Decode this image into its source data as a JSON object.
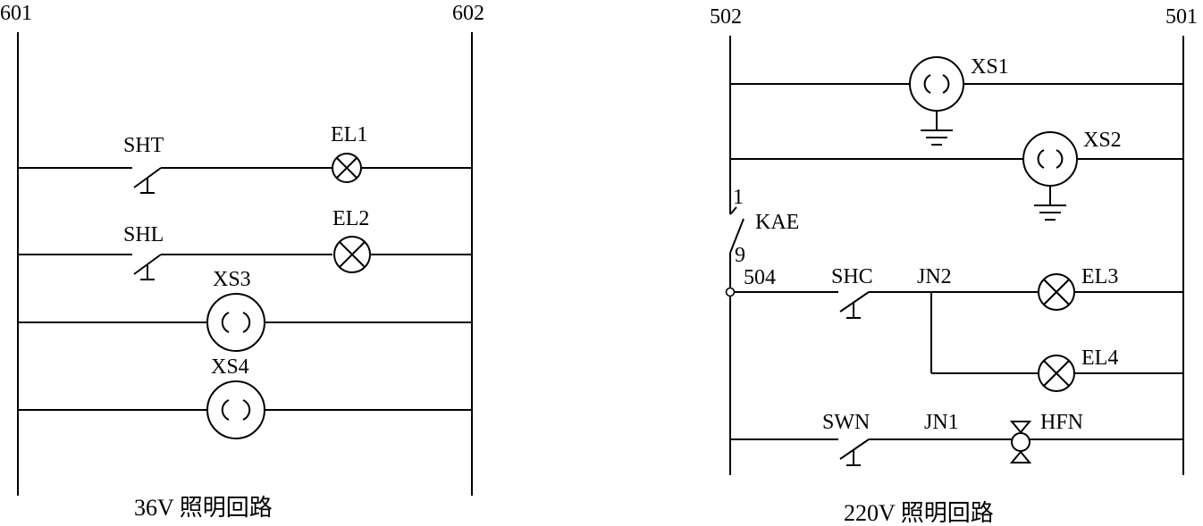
{
  "left_circuit": {
    "rail_left_label": "601",
    "rail_right_label": "602",
    "caption": "36V 照明回路",
    "rungs": [
      {
        "switch": "SHT",
        "lamp": "EL1"
      },
      {
        "switch": "SHL",
        "lamp": "EL2"
      },
      {
        "socket": "XS3"
      },
      {
        "socket": "XS4"
      }
    ]
  },
  "right_circuit": {
    "rail_left_label": "502",
    "rail_right_label": "501",
    "caption": "220V 照明回路",
    "sockets": [
      "XS1",
      "XS2"
    ],
    "contact": {
      "name": "KAE",
      "pin_top": "1",
      "pin_bottom": "9"
    },
    "node": "504",
    "rungs": [
      {
        "switch": "SHC",
        "junction": "JN2",
        "lamps": [
          "EL3",
          "EL4"
        ]
      },
      {
        "switch": "SWN",
        "junction": "JN1",
        "horn": "HFN"
      }
    ]
  }
}
